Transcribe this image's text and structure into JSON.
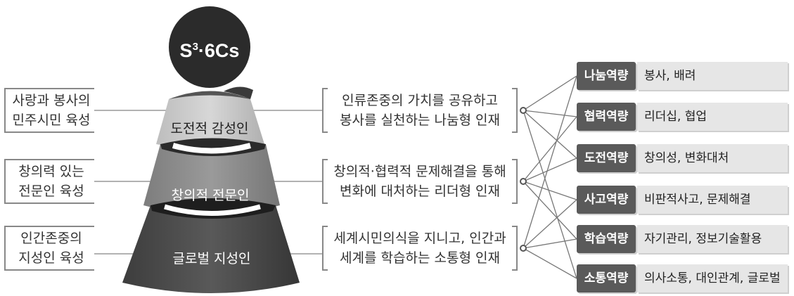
{
  "title": {
    "base": "S",
    "sup": "3",
    "rest": "·6Cs"
  },
  "layers": [
    {
      "label": "도전적 감성인"
    },
    {
      "label": "창의적 전문인"
    },
    {
      "label": "글로벌 지성인"
    }
  ],
  "goals": [
    {
      "line1": "사랑과 봉사의",
      "line2": "민주시민 육성"
    },
    {
      "line1": "창의력 있는",
      "line2": "전문인 육성"
    },
    {
      "line1": "인간존중의",
      "line2": "지성인 육성"
    }
  ],
  "descriptions": [
    {
      "line1": "인류존중의 가치를 공유하고",
      "line2": "봉사를 실천하는 나눔형 인재"
    },
    {
      "line1": "창의적·협력적 문제해결을 통해",
      "line2": "변화에 대처하는 리더형 인재"
    },
    {
      "line1": "세계시민의식을 지니고, 인간과",
      "line2": "세계를 학습하는 소통형 인재"
    }
  ],
  "competencies": [
    {
      "name": "나눔역량",
      "desc": "봉사, 배려"
    },
    {
      "name": "협력역량",
      "desc": "리더십, 협업"
    },
    {
      "name": "도전역량",
      "desc": "창의성, 변화대처"
    },
    {
      "name": "사고역량",
      "desc": "비판적사고, 문제해결"
    },
    {
      "name": "학습역량",
      "desc": "자기관리, 정보기술활용"
    },
    {
      "name": "소통역량",
      "desc": "의사소통, 대인관계, 글로벌"
    }
  ]
}
